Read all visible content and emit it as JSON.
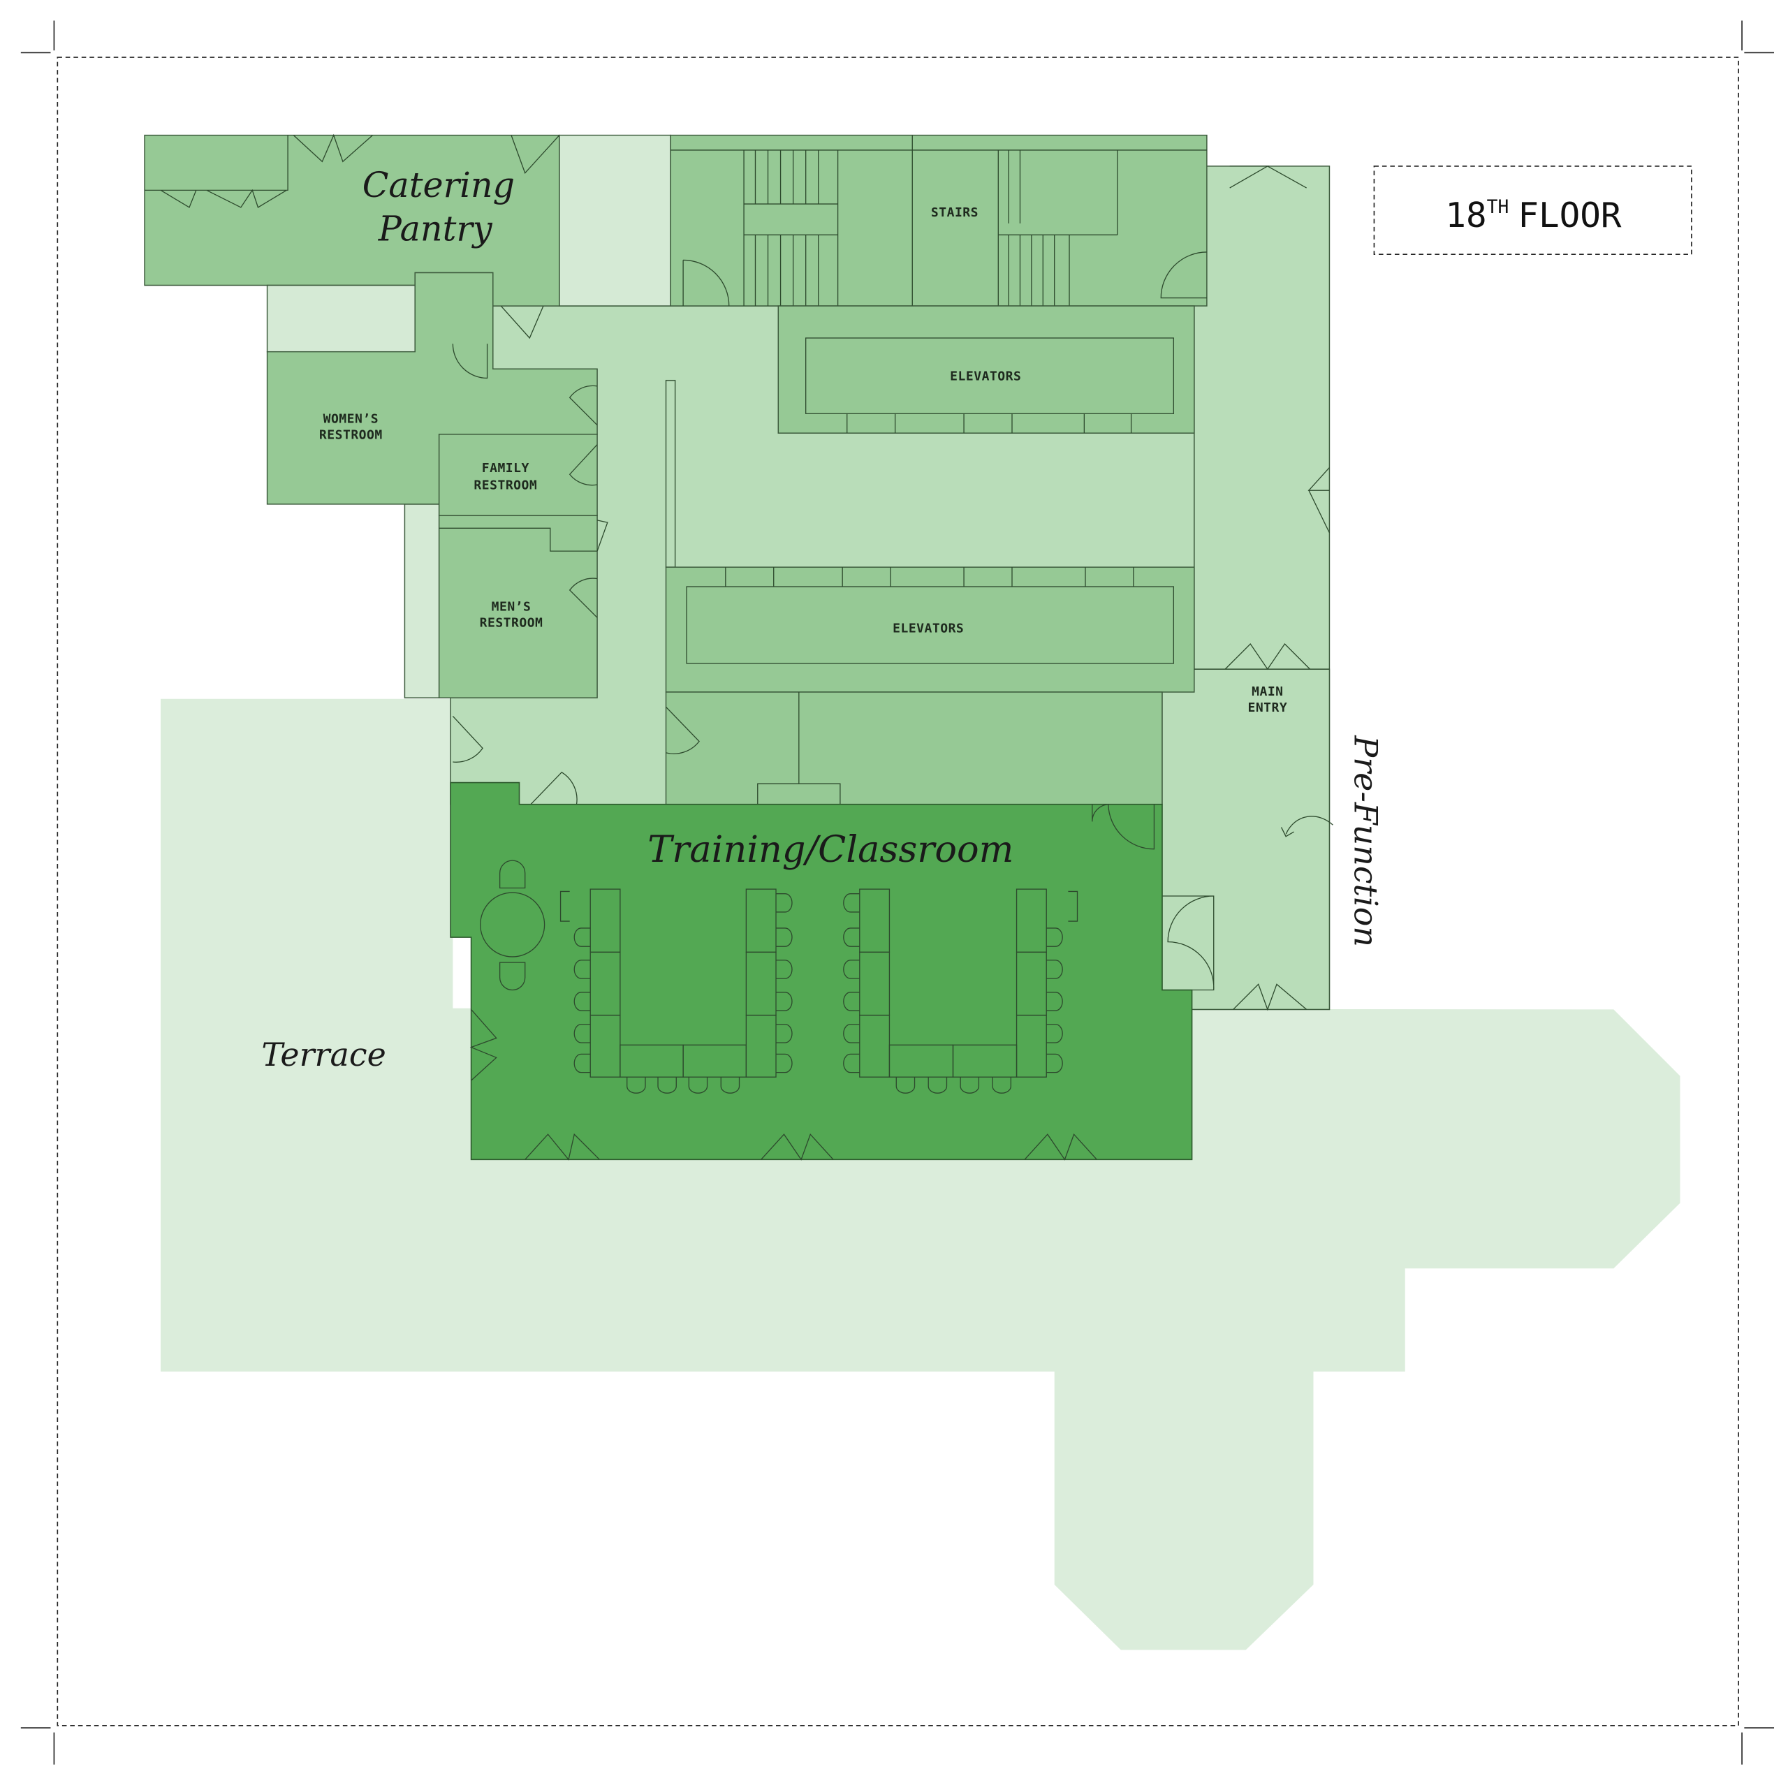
{
  "title": {
    "floor_number": "18",
    "floor_suffix": "TH",
    "floor_word": "FLOOR"
  },
  "rooms": {
    "catering": [
      "Catering",
      "Pantry"
    ],
    "stairs": "STAIRS",
    "elevators_upper": "ELEVATORS",
    "elevators_lower": "ELEVATORS",
    "womens": [
      "WOMEN’S",
      "RESTROOM"
    ],
    "family": [
      "FAMILY",
      "RESTROOM"
    ],
    "mens": [
      "MEN’S",
      "RESTROOM"
    ],
    "main_entry": [
      "MAIN",
      "ENTRY"
    ],
    "pre_function": "Pre-Function",
    "training": "Training/Classroom",
    "terrace": "Terrace"
  },
  "colors": {
    "terrace": "#dbeddb",
    "corridor": "#b9ddb9",
    "service": "#96c995",
    "pale": "#d5ead5",
    "training": "#53a853"
  }
}
